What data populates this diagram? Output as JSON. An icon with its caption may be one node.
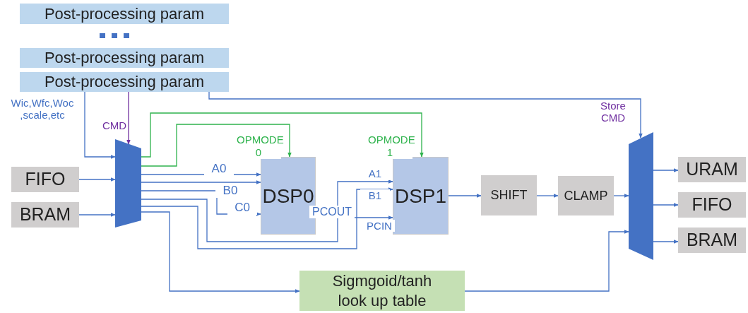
{
  "diagram": {
    "nodes": [
      {
        "text": [
          "Post-processing param"
        ]
      },
      {
        "text": [
          "Post-processing param"
        ]
      },
      {
        "text": [
          "Post-processing param"
        ]
      },
      {
        "text": [
          "FIFO"
        ]
      },
      {
        "text": [
          "BRAM"
        ]
      },
      {
        "text": [],
        "shape": "trapezoid"
      },
      {
        "text": [
          "DSP0"
        ]
      },
      {
        "text": [
          "DSP1"
        ]
      },
      {
        "text": [
          "SHIFT"
        ]
      },
      {
        "text": [
          "CLAMP"
        ]
      },
      {
        "text": [],
        "shape": "trapezoid"
      },
      {
        "text": [
          "URAM"
        ]
      },
      {
        "text": [
          "FIFO"
        ]
      },
      {
        "text": [
          "BRAM"
        ]
      },
      {
        "text": [
          "Sigmgoid/tanh look up table"
        ]
      }
    ],
    "edges": [
      {
        "from": 2,
        "to": 5,
        "arrow": "to"
      },
      {
        "from": 2,
        "to": 5,
        "arrow": "to",
        "color": "#7030a0"
      },
      {
        "from": 2,
        "to": 10,
        "arrow": "to"
      },
      {
        "from": 3,
        "to": 5,
        "arrow": "to"
      },
      {
        "from": 4,
        "to": 5,
        "arrow": "to"
      },
      {
        "from": 5,
        "to": 7,
        "arrow": "to",
        "label": "OPMODE 1",
        "color": "#2fb34d"
      },
      {
        "from": 5,
        "to": 6,
        "arrow": "to",
        "label": "OPMODE 0",
        "color": "#2fb34d"
      },
      {
        "from": 5,
        "to": 6,
        "arrow": "to",
        "label": "A0"
      },
      {
        "from": 5,
        "to": 6,
        "arrow": "to",
        "label": "B0"
      },
      {
        "from": 5,
        "to": 6,
        "arrow": "to",
        "label": "C0"
      },
      {
        "from": 5,
        "to": 7,
        "arrow": "to",
        "label": "A1"
      },
      {
        "from": 5,
        "to": 7,
        "arrow": "to",
        "label": "B1"
      },
      {
        "from": 5,
        "to": 14,
        "arrow": "to"
      },
      {
        "from": 6,
        "to": 7,
        "arrow": "to"
      },
      {
        "from": 7,
        "to": 8,
        "arrow": "to"
      },
      {
        "from": 8,
        "to": 9,
        "arrow": "to"
      },
      {
        "from": 9,
        "to": 10,
        "arrow": "to"
      },
      {
        "from": 14,
        "to": 10,
        "arrow": "to"
      },
      {
        "from": 10,
        "to": 11,
        "arrow": "to"
      },
      {
        "from": 10,
        "to": 12,
        "arrow": "to"
      },
      {
        "from": 10,
        "to": 13,
        "arrow": "to"
      }
    ],
    "labels": [
      "Wic,Wfc,Woc ,scale,etc",
      "CMD",
      "PCOUT",
      "PCIN",
      "Store CMD"
    ]
  }
}
